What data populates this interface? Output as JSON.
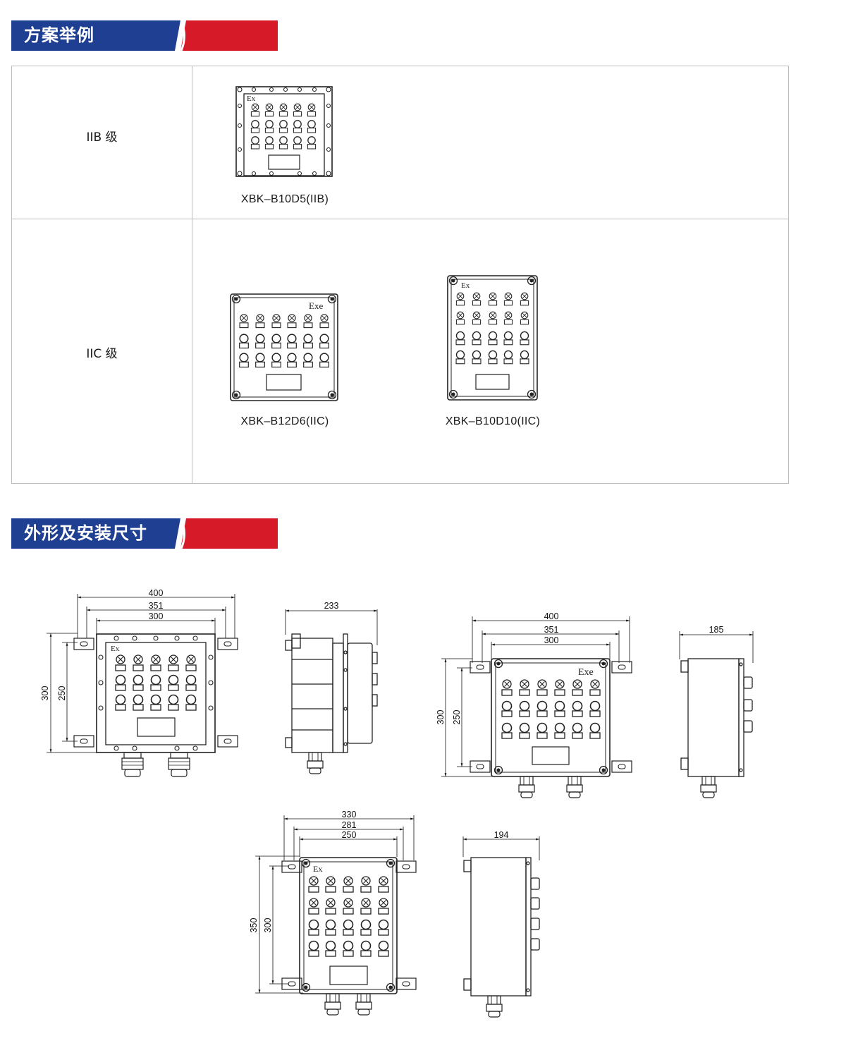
{
  "section1": {
    "title": "方案举例"
  },
  "section2": {
    "title": "外形及安装尺寸"
  },
  "colors": {
    "banner_blue": "#1f3f93",
    "banner_red": "#d71a28",
    "border": "#bdbdbd",
    "line": "#333333"
  },
  "table": {
    "rows": [
      {
        "grade": "IIB 级",
        "models": [
          "XBK–B10D5(IIB)"
        ]
      },
      {
        "grade": "IIC 级",
        "models": [
          "XBK–B12D6(IIC)",
          "XBK–B10D10(IIC)"
        ]
      }
    ]
  },
  "product_labels": {
    "ex": "Ex",
    "exe": "Exe"
  },
  "dimensions": {
    "d1_front": {
      "w1": "400",
      "w2": "351",
      "w3": "300",
      "h1": "300",
      "h2": "250"
    },
    "d1_side": {
      "depth": "233"
    },
    "d2_front": {
      "w1": "400",
      "w2": "351",
      "w3": "300",
      "h1": "300",
      "h2": "250"
    },
    "d2_side": {
      "depth": "185"
    },
    "d3_front": {
      "w1": "330",
      "w2": "281",
      "w3": "250",
      "h1": "350",
      "h2": "300"
    },
    "d3_side": {
      "depth": "194"
    }
  }
}
